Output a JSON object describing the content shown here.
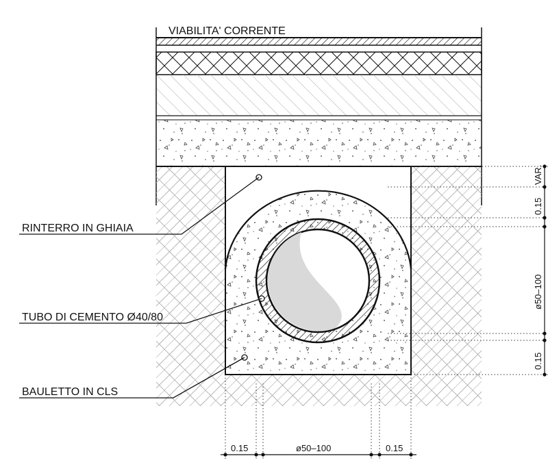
{
  "title": "VIABILITA' CORRENTE",
  "labels": {
    "backfill": "RINTERRO IN GHIAIA",
    "pipe": "TUBO DI CEMENTO Ø40/80",
    "encasement": "BAULETTO IN CLS"
  },
  "dimensions": {
    "right": {
      "var": "VAR.",
      "top_cover": "0.15",
      "diameter": "ø50–100",
      "bottom": "0.15"
    },
    "bottom": {
      "left": "0.15",
      "diameter": "ø50–100",
      "right": "0.15"
    }
  },
  "colors": {
    "line": "#111111",
    "hatch": "#9a9a9a",
    "pipe_interior": "#d9d9d9"
  }
}
